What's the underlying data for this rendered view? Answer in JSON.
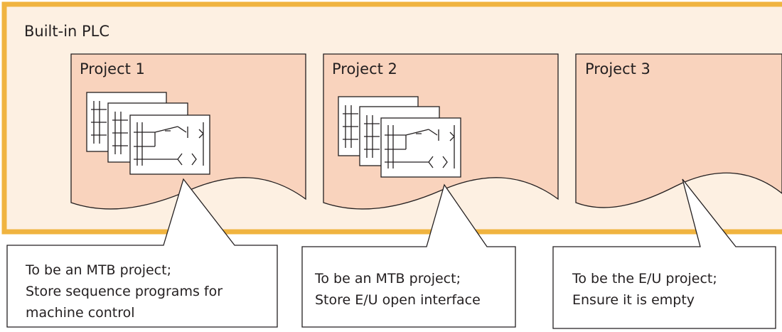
{
  "container": {
    "title": "Built-in PLC"
  },
  "projects": [
    {
      "title": "Project 1",
      "note_lines": [
        "To be an MTB project;",
        "Store sequence programs for",
        "machine control"
      ]
    },
    {
      "title": "Project 2",
      "note_lines": [
        "To be an MTB project;",
        "Store E/U open interface"
      ]
    },
    {
      "title": "Project 3",
      "note_lines": [
        "To be the E/U project;",
        "Ensure it is empty"
      ]
    }
  ],
  "colors": {
    "container_fill": "#fdf0e2",
    "container_border": "#f0b440",
    "project_fill": "#f9d3bd",
    "stroke": "#231f20"
  }
}
